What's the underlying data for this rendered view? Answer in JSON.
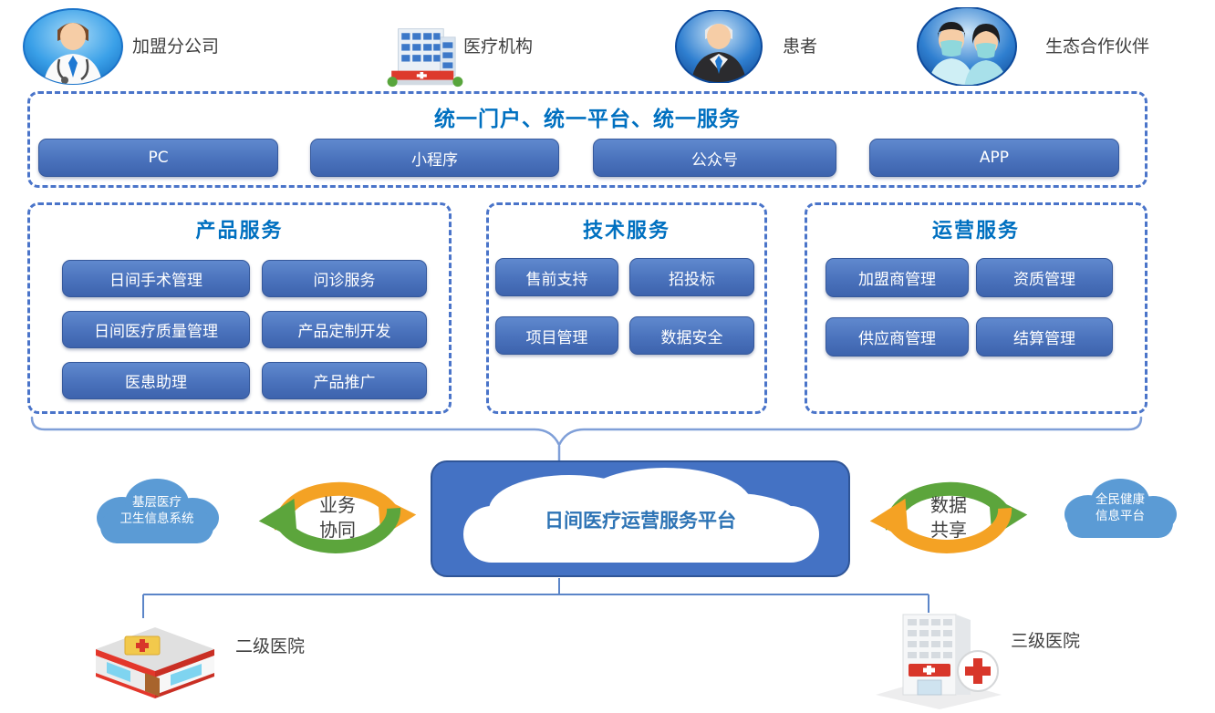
{
  "colors": {
    "accent_blue": "#4472C4",
    "heading_blue": "#0070C0",
    "chip_gradient_top": "#6089CE",
    "chip_gradient_bottom": "#3D63AD",
    "cloud_blue": "#5B9BD5",
    "sync_orange": "#F4A224",
    "sync_green": "#5CA53C",
    "platform_fill": "#4472C4",
    "platform_text_blue": "#2E74B5",
    "connector_blue": "#7F9FD8",
    "label_gray": "#3F3F3F"
  },
  "actors": [
    {
      "label": "加盟分公司"
    },
    {
      "label": "医疗机构"
    },
    {
      "label": "患者"
    },
    {
      "label": "生态合作伙伴"
    }
  ],
  "portal": {
    "title": "统一门户、统一平台、统一服务",
    "channels": [
      "PC",
      "小程序",
      "公众号",
      "APP"
    ]
  },
  "sections": [
    {
      "title": "产品服务",
      "items": [
        "日间手术管理",
        "问诊服务",
        "日间医疗质量管理",
        "产品定制开发",
        "医患助理",
        "产品推广"
      ]
    },
    {
      "title": "技术服务",
      "items": [
        "售前支持",
        "招投标",
        "项目管理",
        "数据安全"
      ]
    },
    {
      "title": "运营服务",
      "items": [
        "加盟商管理",
        "资质管理",
        "供应商管理",
        "结算管理"
      ]
    }
  ],
  "integration": {
    "left_cloud": {
      "line1": "基层医疗",
      "line2": "卫生信息系统"
    },
    "left_sync": {
      "line1": "业务",
      "line2": "协同"
    },
    "platform": "日间医疗运营服务平台",
    "right_sync": {
      "line1": "数据",
      "line2": "共享"
    },
    "right_cloud": {
      "line1": "全民健康",
      "line2": "信息平台"
    }
  },
  "hospitals": [
    {
      "label": "二级医院"
    },
    {
      "label": "三级医院"
    }
  ]
}
